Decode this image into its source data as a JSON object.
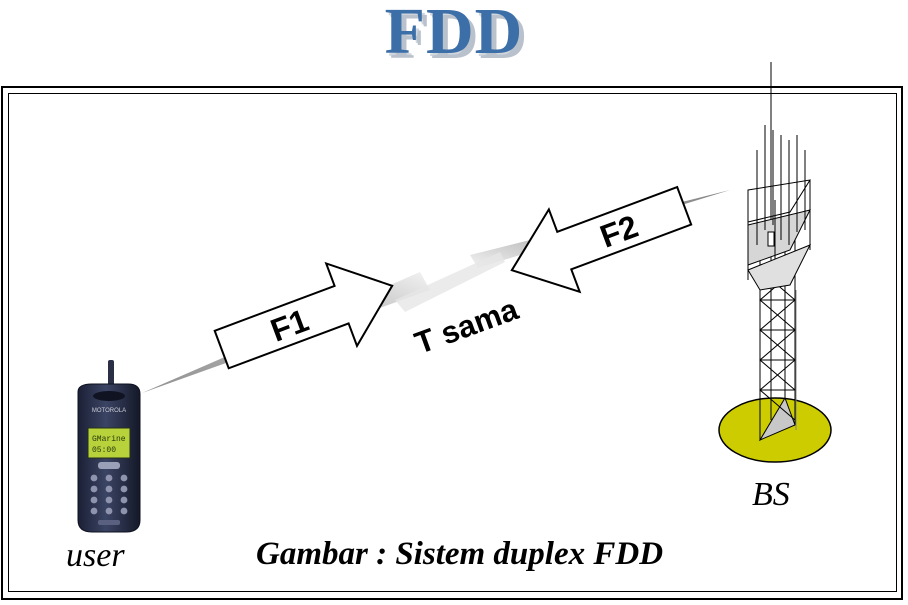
{
  "title": "FDD",
  "arrows": {
    "uplink_label": "F1",
    "downlink_label": "F2"
  },
  "center_label": "T sama",
  "nodes": {
    "user_label": "user",
    "base_station_label": "BS"
  },
  "caption": "Gambar : Sistem duplex FDD",
  "colors": {
    "title": "#3c6ea8",
    "title_shadow": "#b9c2cc",
    "tower_base": "#cccc00",
    "beam": "#9a9a9a"
  },
  "icons": [
    "mobile-phone-icon",
    "base-station-tower-icon"
  ]
}
